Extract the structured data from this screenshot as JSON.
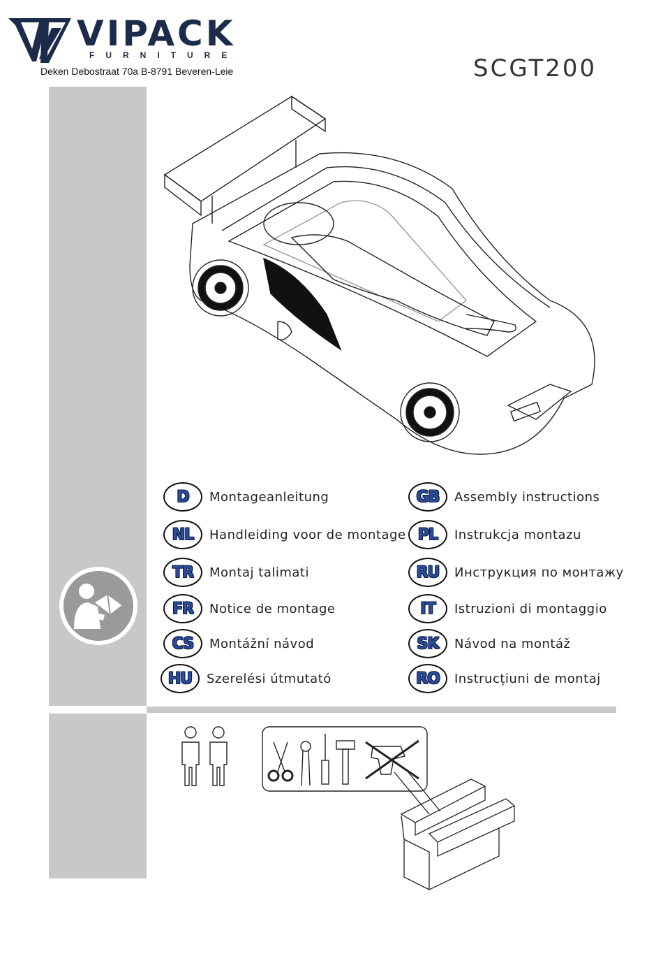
{
  "header": {
    "brand_name": "VIPACK",
    "brand_sub": "FURNITURE",
    "address": "Deken Debostraat 70a B-8791 Beveren-Leie",
    "model": "SCGT200"
  },
  "languages": [
    {
      "code": "D",
      "label": "Montageanleitung"
    },
    {
      "code": "GB",
      "label": "Assembly instructions"
    },
    {
      "code": "NL",
      "label": "Handleiding voor de montage"
    },
    {
      "code": "PL",
      "label": "Instrukcja montazu"
    },
    {
      "code": "TR",
      "label": "Montaj talimati"
    },
    {
      "code": "RU",
      "label": "Инструкция по монтажу"
    },
    {
      "code": "FR",
      "label": "Notice de montage"
    },
    {
      "code": "IT",
      "label": "Istruzioni di montaggio"
    },
    {
      "code": "CS",
      "label": "Montážní návod"
    },
    {
      "code": "SK",
      "label": "Návod na montáž"
    },
    {
      "code": "HU",
      "label": "Szerelési útmutató"
    },
    {
      "code": "RO",
      "label": "Instrucțiuni de montaj"
    }
  ],
  "colors": {
    "brand": "#1b2b4a",
    "badge_text": "#2b4c9b",
    "sidebar_grey": "#c8c8c8"
  },
  "icons": [
    "manual-read-icon",
    "two-persons-icon",
    "scissors-icon",
    "pliers-icon",
    "screwdriver-icon",
    "hammer-icon",
    "no-drill-icon",
    "toolbox-icon",
    "car-bed-illustration"
  ]
}
